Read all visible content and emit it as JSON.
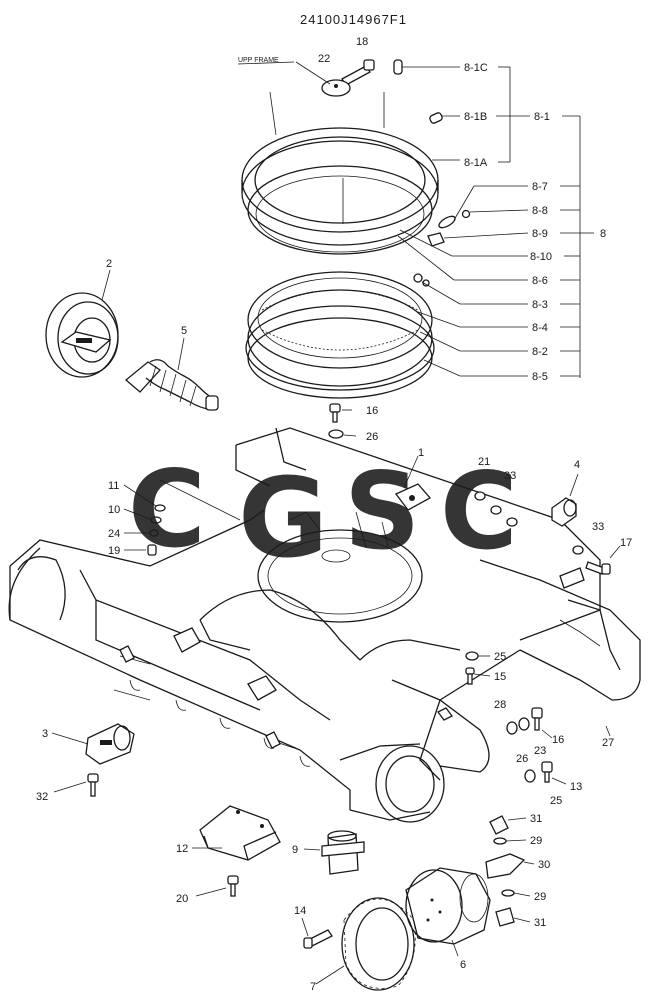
{
  "header": {
    "part_number": "24100J14967F1"
  },
  "frame_label": "UPP FRAME",
  "watermark": {
    "letters": [
      "C",
      "G",
      "S",
      "C"
    ],
    "colors": [
      "#5b9cf0",
      "#ec6a63",
      "#f6cf3a",
      "#4fad7c"
    ]
  },
  "callouts": {
    "c1": "1",
    "c2": "2",
    "c3": "3",
    "c4": "4",
    "c5": "5",
    "c6": "6",
    "c7": "7",
    "c8_1": "8-1",
    "c8_1a": "8-1A",
    "c8_1b": "8-1B",
    "c8_1c": "8-1C",
    "c8_2": "8-2",
    "c8_3": "8-3",
    "c8_4": "8-4",
    "c8_5": "8-5",
    "c8_6": "8-6",
    "c8_7": "8-7",
    "c8_8": "8-8",
    "c8_9": "8-9",
    "c8_10": "8-10",
    "c8": "8",
    "c9": "9",
    "c10": "10",
    "c11": "11",
    "c12": "12",
    "c13": "13",
    "c14": "14",
    "c15": "15",
    "c16a": "16",
    "c16b": "16",
    "c17": "17",
    "c18": "18",
    "c19": "19",
    "c20": "20",
    "c21": "21",
    "c22": "22",
    "c23": "23",
    "c24": "24",
    "c25a": "25",
    "c25b": "25",
    "c26a": "26",
    "c26b": "26",
    "c27": "27",
    "c28": "28",
    "c29a": "29",
    "c29b": "29",
    "c30": "30",
    "c31a": "31",
    "c31b": "31",
    "c32": "32",
    "c33a": "33",
    "c33b": "33"
  }
}
